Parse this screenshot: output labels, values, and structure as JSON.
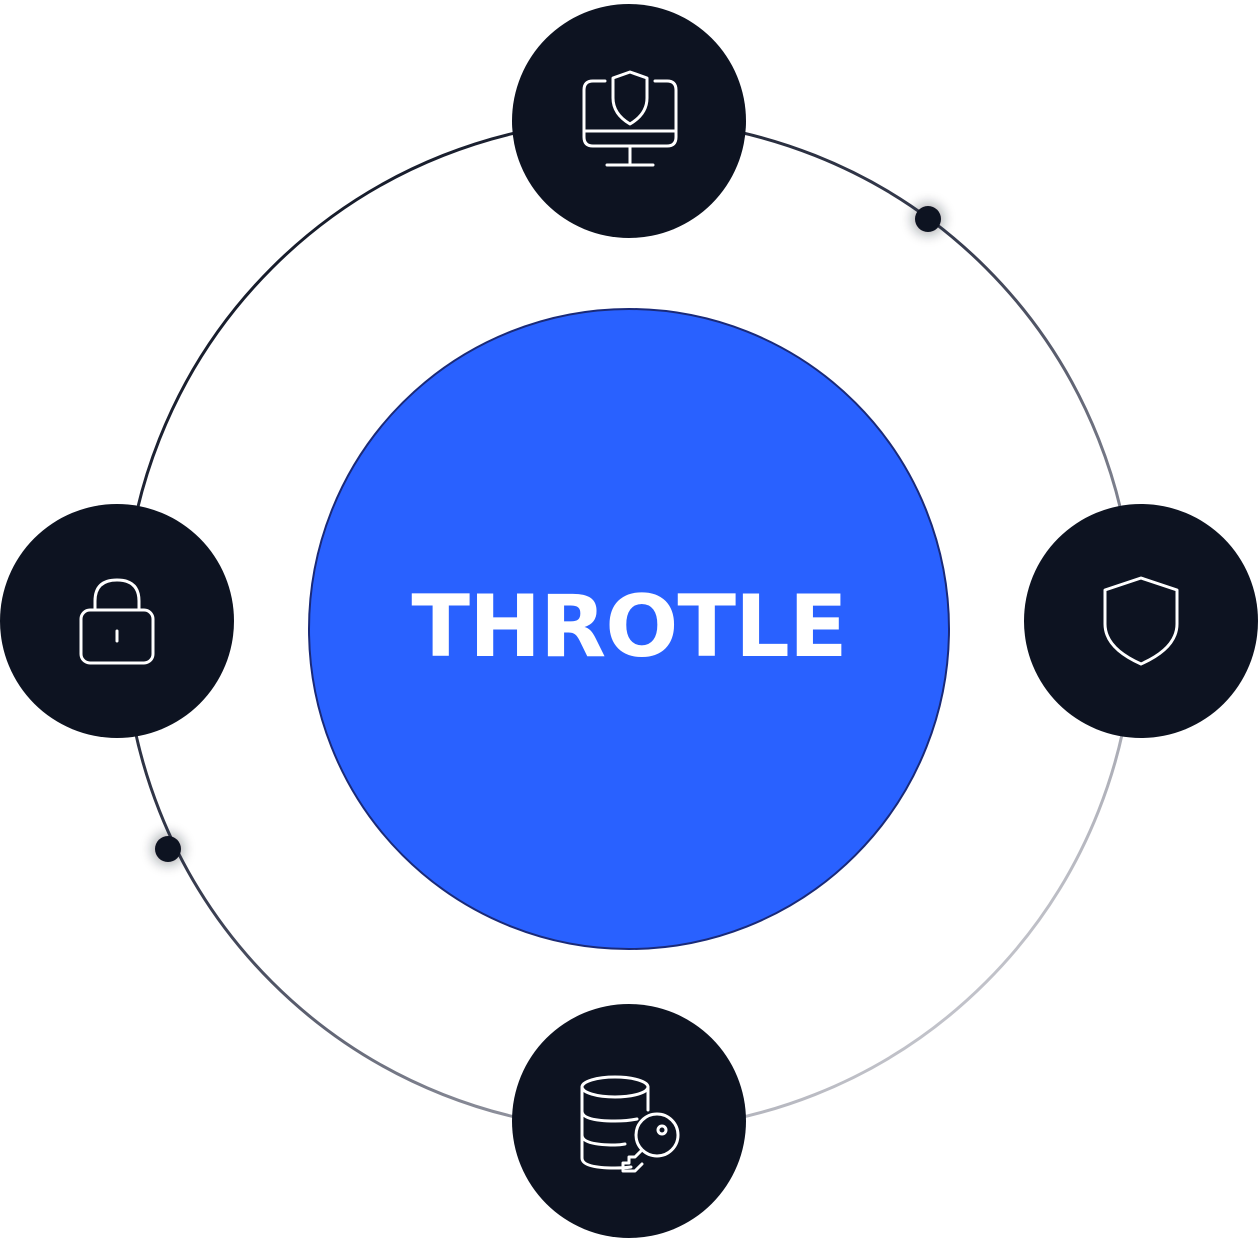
{
  "brand": {
    "name": "THROTLE"
  },
  "colors": {
    "background": "#ffffff",
    "center_fill": "#2961ff",
    "center_stroke": "#1a2a78",
    "node_fill": "#0d1321",
    "icon_stroke": "#ffffff",
    "ring_dark": "#0d1321",
    "ring_light": "#d6d6db",
    "dot": "#0d1321"
  },
  "nodes": [
    {
      "id": "top",
      "icon": "monitor-shield-icon"
    },
    {
      "id": "right",
      "icon": "shield-icon"
    },
    {
      "id": "bottom",
      "icon": "database-key-icon"
    },
    {
      "id": "left",
      "icon": "padlock-icon"
    }
  ]
}
